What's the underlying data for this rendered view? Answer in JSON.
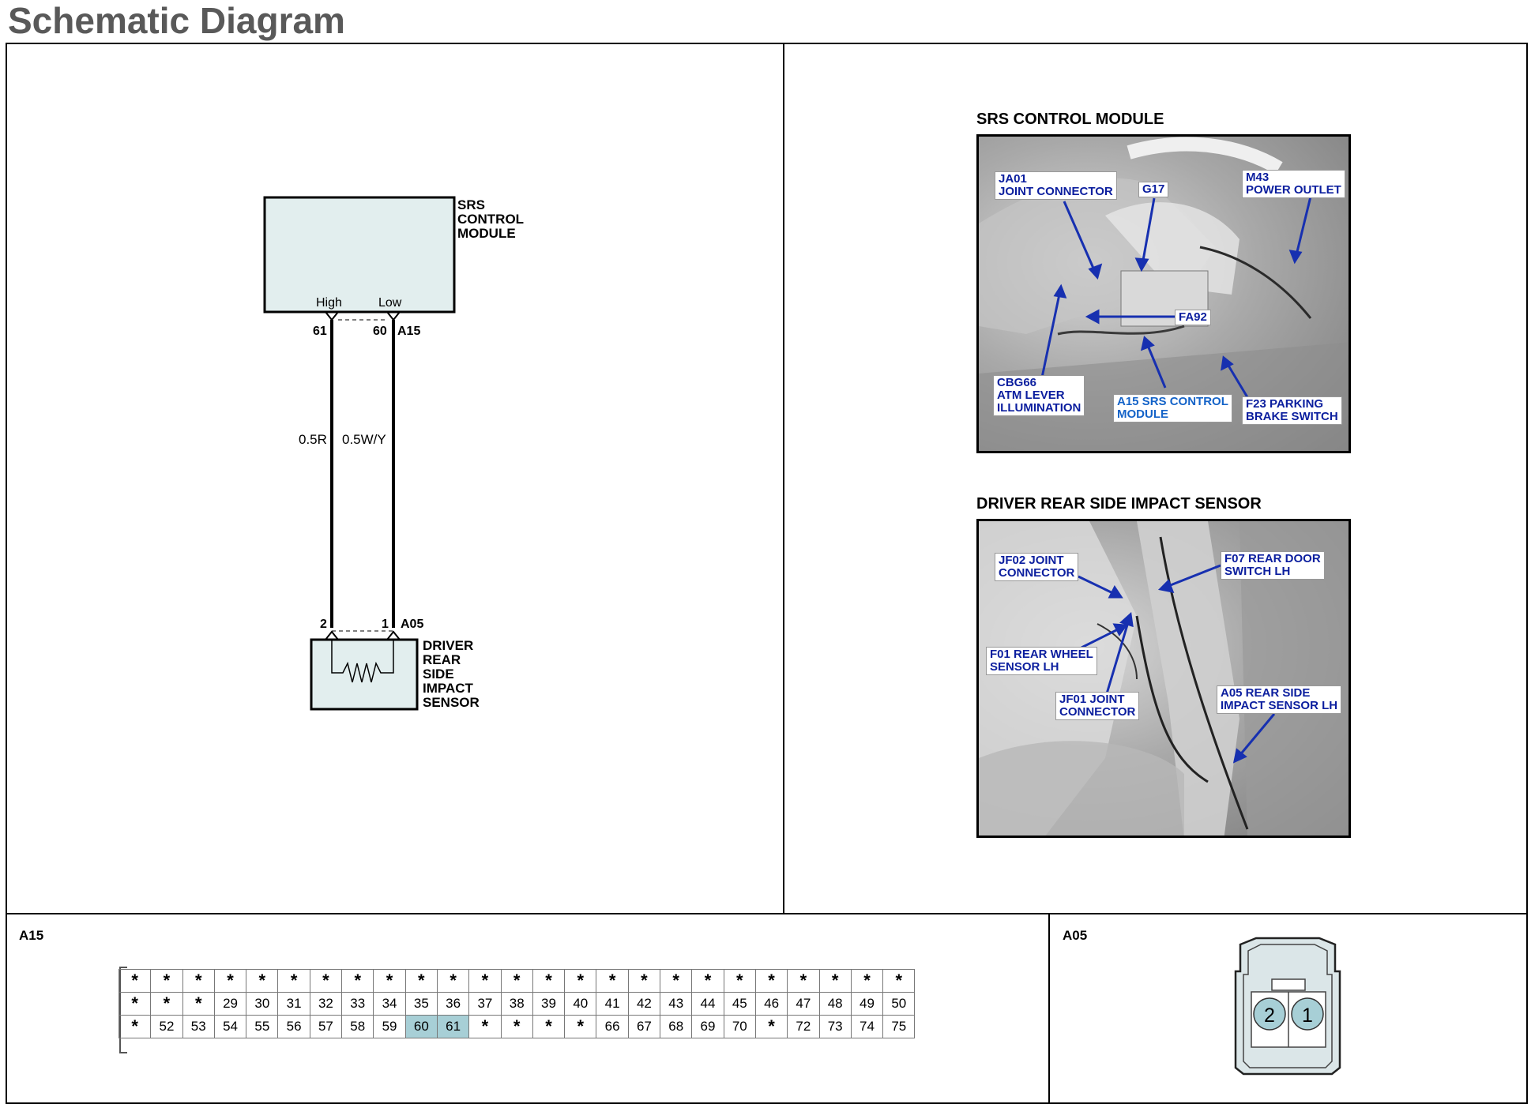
{
  "page": {
    "title": "Schematic Diagram"
  },
  "schematic": {
    "module": {
      "lines": [
        "SRS",
        "CONTROL",
        "MODULE"
      ],
      "high_label": "High",
      "low_label": "Low",
      "fill": "#e2eeee"
    },
    "module_connector": {
      "id": "A15",
      "pin_high": "61",
      "pin_low": "60"
    },
    "wires": [
      {
        "spec": "0.5R"
      },
      {
        "spec": "0.5W/Y"
      }
    ],
    "sensor_connector": {
      "id": "A05",
      "pin_left": "2",
      "pin_right": "1"
    },
    "sensor": {
      "lines": [
        "DRIVER",
        "REAR",
        "SIDE",
        "IMPACT",
        "SENSOR"
      ]
    }
  },
  "photos": [
    {
      "title": "SRS CONTROL MODULE",
      "callouts": [
        {
          "text": "JA01\nJOINT CONNECTOR"
        },
        {
          "text": "G17"
        },
        {
          "text": "M43\nPOWER OUTLET"
        },
        {
          "text": "FA92"
        },
        {
          "text": "CBG66\nATM LEVER\nILLUMINATION"
        },
        {
          "text": "A15 SRS CONTROL\nMODULE"
        },
        {
          "text": "F23 PARKING\nBRAKE SWITCH"
        }
      ]
    },
    {
      "title": "DRIVER REAR SIDE IMPACT SENSOR",
      "callouts": [
        {
          "text": "JF02 JOINT\nCONNECTOR"
        },
        {
          "text": "F07 REAR DOOR\nSWITCH LH"
        },
        {
          "text": "F01 REAR WHEEL\nSENSOR LH"
        },
        {
          "text": "JF01 JOINT\nCONNECTOR"
        },
        {
          "text": "A05 REAR SIDE\nIMPACT SENSOR LH"
        }
      ]
    }
  ],
  "connector_a15": {
    "label": "A15",
    "highlight_color": "#a7cfd6",
    "rows": [
      [
        "*",
        "*",
        "*",
        "*",
        "*",
        "*",
        "*",
        "*",
        "*",
        "*",
        "*",
        "*",
        "*",
        "*",
        "*",
        "*",
        "*",
        "*",
        "*",
        "*",
        "*",
        "*",
        "*",
        "*",
        "*"
      ],
      [
        "*",
        "*",
        "*",
        "29",
        "30",
        "31",
        "32",
        "33",
        "34",
        "35",
        "36",
        "37",
        "38",
        "39",
        "40",
        "41",
        "42",
        "43",
        "44",
        "45",
        "46",
        "47",
        "48",
        "49",
        "50"
      ],
      [
        "*",
        "52",
        "53",
        "54",
        "55",
        "56",
        "57",
        "58",
        "59",
        "60",
        "61",
        "*",
        "*",
        "*",
        "*",
        "66",
        "67",
        "68",
        "69",
        "70",
        "*",
        "72",
        "73",
        "74",
        "75"
      ]
    ],
    "highlighted": [
      "60",
      "61"
    ]
  },
  "connector_a05": {
    "label": "A05",
    "pins": [
      "2",
      "1"
    ]
  }
}
